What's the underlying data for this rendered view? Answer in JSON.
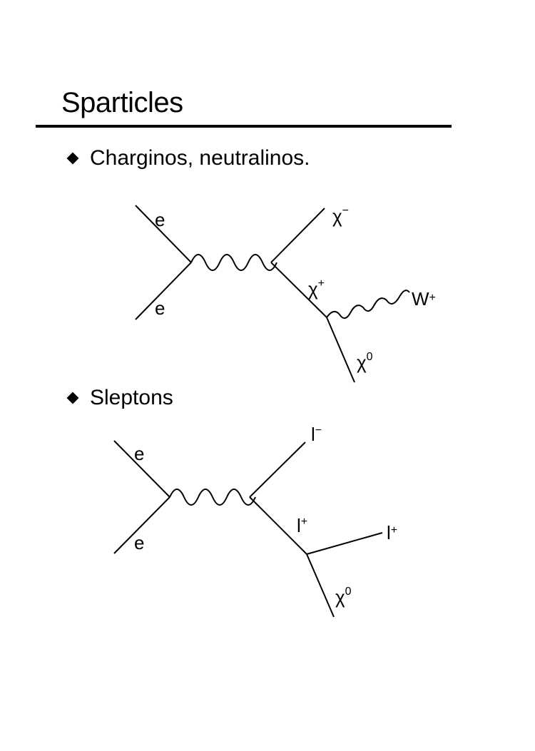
{
  "slide": {
    "title": "Sparticles",
    "bullets": [
      "Charginos, neutralinos.",
      "Sleptons"
    ]
  },
  "diagram1": {
    "in_top": "e",
    "in_bottom": "e",
    "out_top": {
      "base": "χ",
      "sup": "−"
    },
    "mid": {
      "base": "χ",
      "sup": "+"
    },
    "boson": {
      "base": "W",
      "sup": "+"
    },
    "out_bottom": {
      "base": "χ",
      "sup": "0"
    }
  },
  "diagram2": {
    "in_top": "e",
    "in_bottom": "e",
    "out_top": {
      "base": "l",
      "sup": "−"
    },
    "mid": {
      "base": "l",
      "sup": "+"
    },
    "lepton": {
      "base": "l",
      "sup": "+"
    },
    "out_bottom": {
      "base": "χ",
      "sup": "0"
    }
  }
}
